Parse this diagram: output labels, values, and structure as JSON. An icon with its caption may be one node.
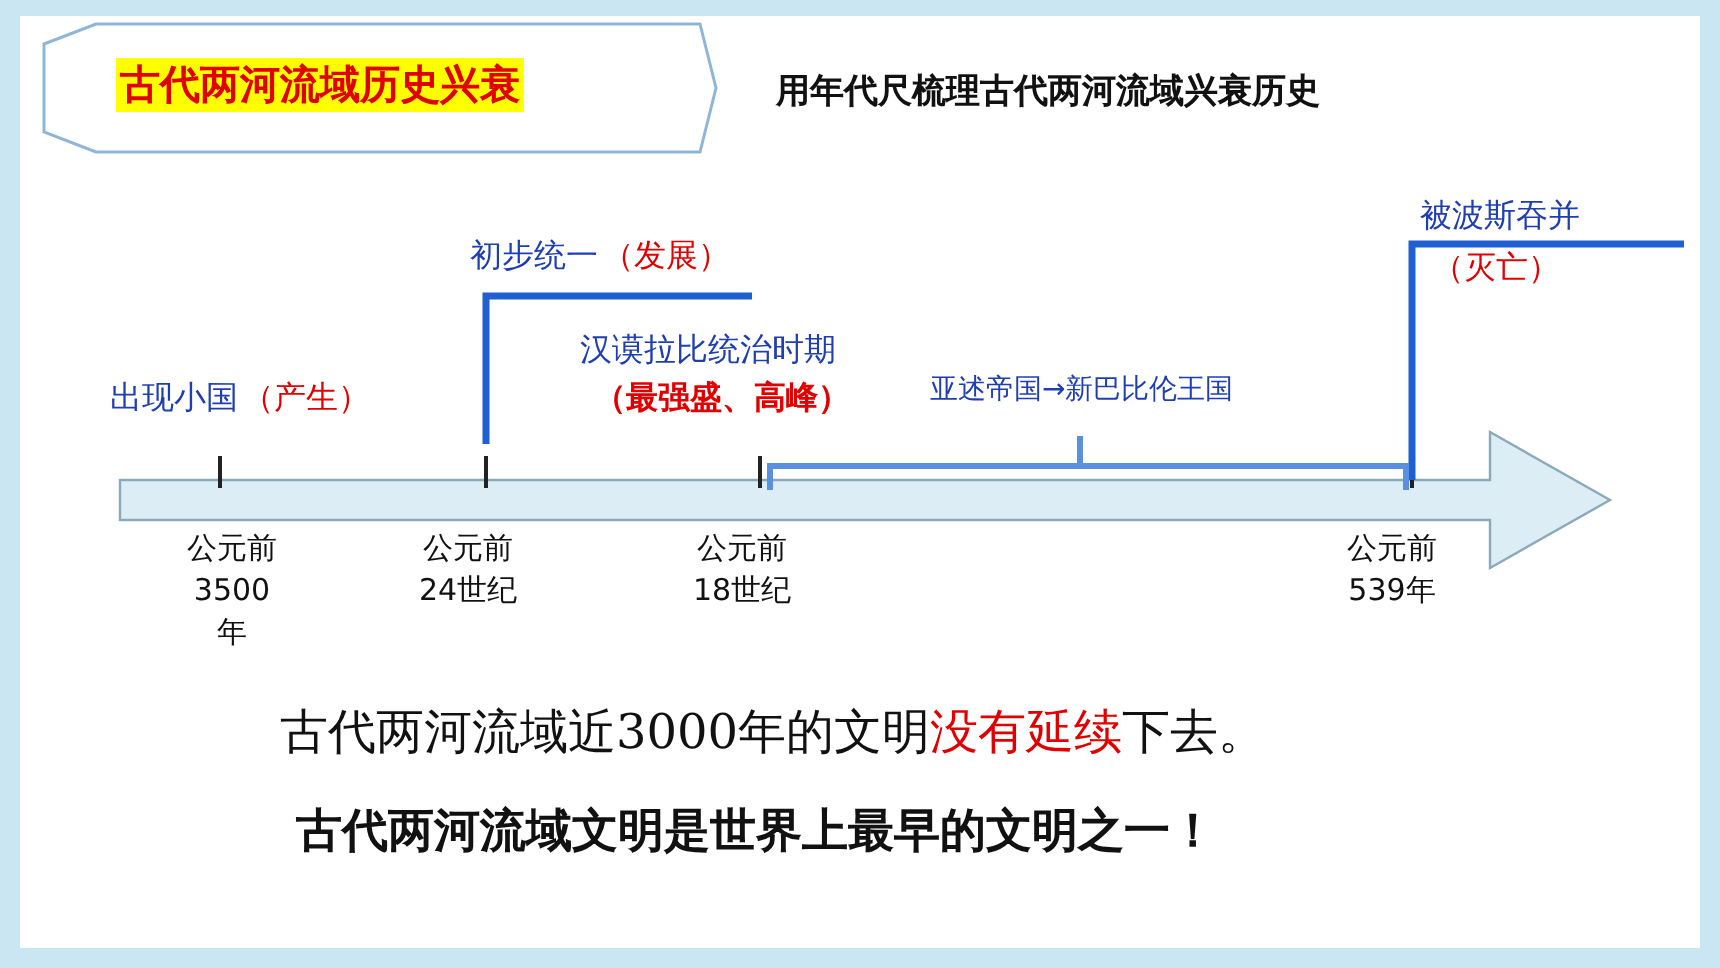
{
  "diagram": {
    "title": "古代两河流域历史兴衰",
    "labels": [
      "用年代尺梳理古代两河流域兴衰历史",
      "被波斯吞并",
      "初步统一",
      "（发展）",
      "（灭亡）",
      "汉谟拉比统治时期",
      "出现小国",
      "（产生）",
      "（最强盛、高峰）",
      "亚述帝国→新巴比伦王国",
      "公元前 3500年",
      "公元前 24世纪",
      "公元前 18世纪",
      "公元前 539年",
      "古代两河流域近3000年的文明",
      "没有延续",
      "下去。",
      "古代两河流域文明是世界上最早的文明之一！"
    ]
  }
}
